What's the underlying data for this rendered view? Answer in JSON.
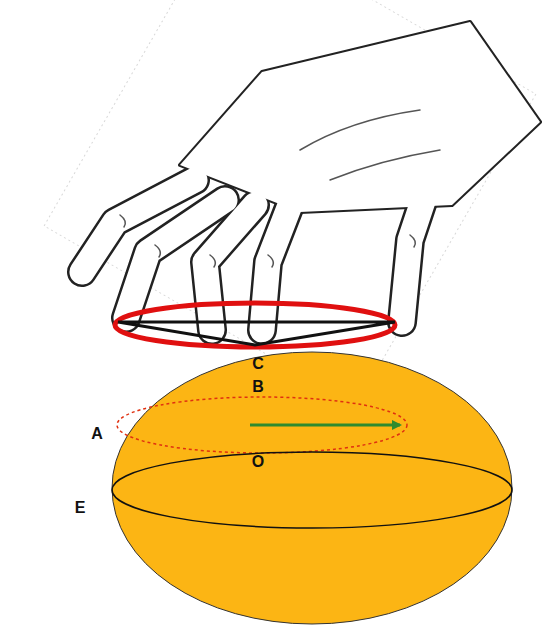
{
  "diagram": {
    "labels": [
      "C",
      "B",
      "A",
      "O",
      "E"
    ]
  }
}
